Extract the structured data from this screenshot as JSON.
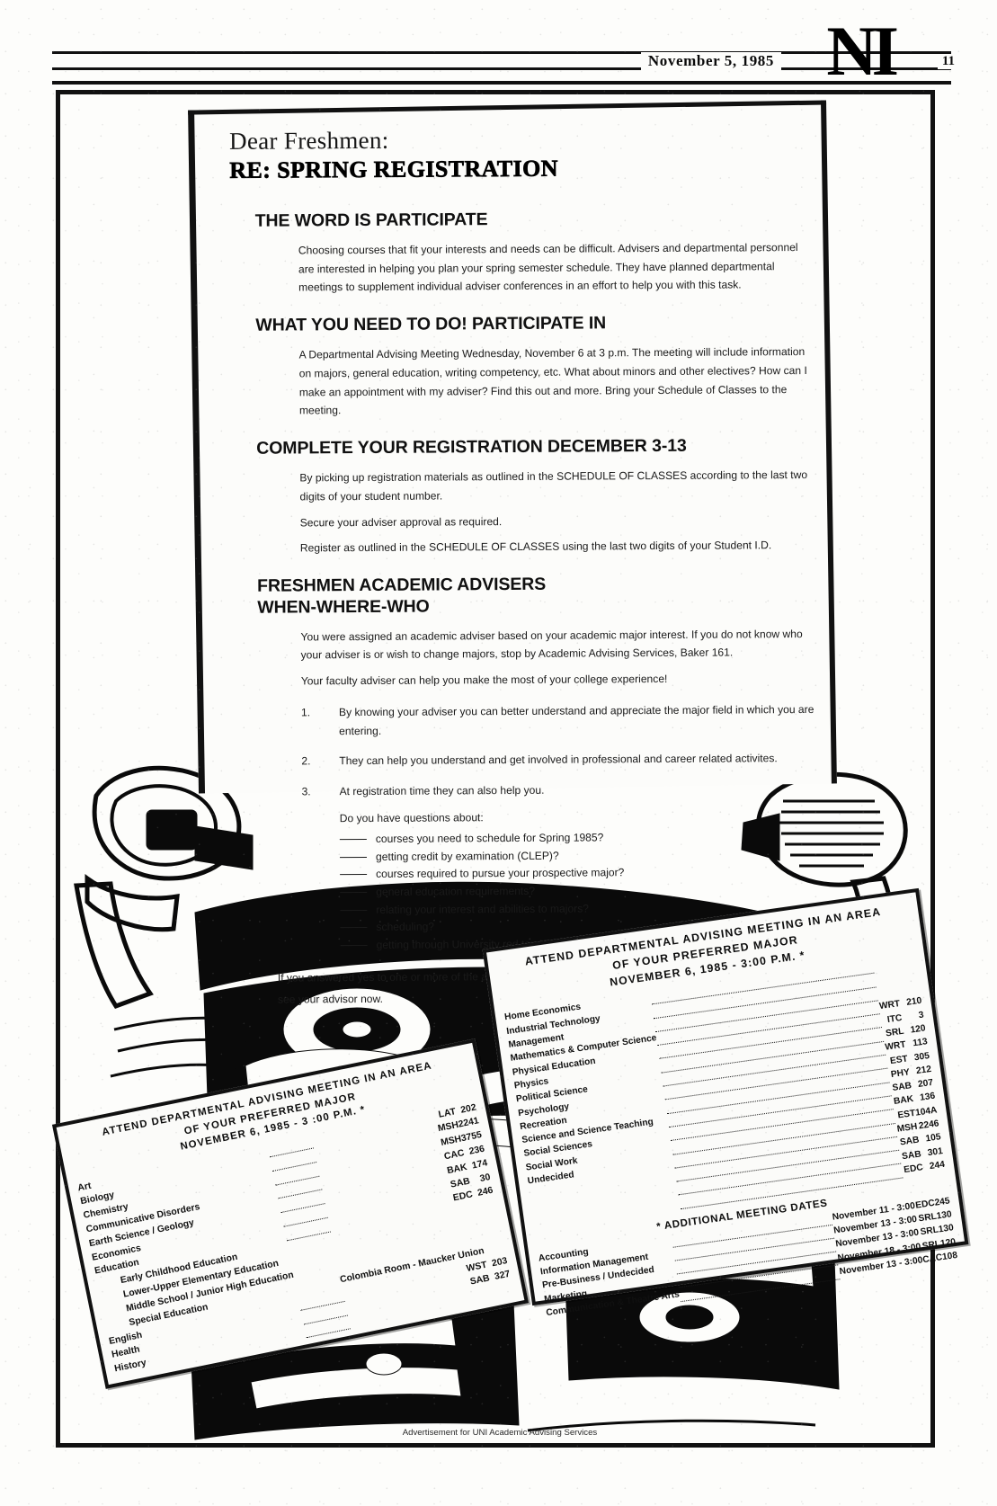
{
  "masthead": {
    "date": "November 5, 1985",
    "page_number": "11",
    "logo": "NI"
  },
  "letter": {
    "salutation": "Dear Freshmen:",
    "re_line": "RE: SPRING REGISTRATION",
    "sections": [
      {
        "heading": "THE WORD IS PARTICIPATE",
        "paragraphs": [
          "Choosing courses that fit your interests and needs can be difficult. Advisers and departmental personnel are interested in helping you plan your spring semester schedule. They have planned departmental meetings to supplement individual adviser conferences in an effort to help you with this task."
        ]
      },
      {
        "heading": "WHAT YOU NEED TO DO! PARTICIPATE IN",
        "paragraphs": [
          "A Departmental Advising Meeting Wednesday, November 6 at 3 p.m. The meeting will include information on majors, general education, writing competency, etc. What about minors and other electives? How can I make an appointment with my adviser? Find this out and more. Bring your Schedule of Classes to the meeting."
        ]
      },
      {
        "heading": "COMPLETE YOUR REGISTRATION DECEMBER 3-13",
        "paragraphs": [
          "By picking up registration materials as outlined in the SCHEDULE OF CLASSES according to the last two digits of your student number.",
          "Secure your adviser approval as required.",
          "Register as outlined in the SCHEDULE OF CLASSES using the last two digits of your Student I.D."
        ]
      }
    ],
    "advisers_heading_line1": "FRESHMEN ACADEMIC ADVISERS",
    "advisers_heading_line2": "WHEN-WHERE-WHO",
    "advisers_intro": "You were assigned an academic adviser based on your academic major interest. If you do not know who your adviser is or wish to change majors, stop by Academic Advising Services, Baker 161.",
    "advisers_subintro": "Your faculty adviser can help you make the most of your college experience!",
    "numbered": [
      {
        "n": "1.",
        "text": "By knowing your adviser you can better understand and appreciate the major field in which you are entering."
      },
      {
        "n": "2.",
        "text": "They can help you understand and get involved in professional and career related activites."
      },
      {
        "n": "3.",
        "text": "At registration time they can also help you."
      }
    ],
    "questions_lead": "Do you have questions about:",
    "questions": [
      "courses you need to schedule for Spring 1985?",
      "getting credit by examination (CLEP)?",
      "courses required to pursue your prospective major?",
      "general education requirements?",
      "relating your interest and abilities to majors?",
      "scheduling?",
      "getting through University red tape?"
    ],
    "closing": "If you answered yes to one or more of the above, see your adviser. Avoid the rush and make an appointment to see your advisor now."
  },
  "flyer_left": {
    "title_line1": "ATTEND  DEPARTMENTAL  ADVISING  MEETING  IN  AN  AREA",
    "title_line2": "OF YOUR PREFERRED MAJOR",
    "title_line3": "NOVEMBER 6, 1985 - 3 :00 P.M. *",
    "departments": [
      {
        "name": "Art",
        "building": "LAT",
        "room": "202",
        "sub": false
      },
      {
        "name": "Biology",
        "building": "MSH",
        "room": "2241",
        "sub": false
      },
      {
        "name": "Chemistry",
        "building": "MSH",
        "room": "3755",
        "sub": false
      },
      {
        "name": "Communicative  Disorders",
        "building": "CAC",
        "room": "236",
        "sub": false
      },
      {
        "name": "Earth Science / Geology",
        "building": "BAK",
        "room": "174",
        "sub": false
      },
      {
        "name": "Economics",
        "building": "SAB",
        "room": "30",
        "sub": false
      },
      {
        "name": "Education",
        "building": "EDC",
        "room": "246",
        "sub": false
      },
      {
        "name": "Early Childhood Education",
        "building": "",
        "room": "",
        "sub": true
      },
      {
        "name": "Lower-Upper Elementary Education",
        "building": "",
        "room": "",
        "sub": true
      },
      {
        "name": "Middle School / Junior High Education",
        "building": "",
        "room": "",
        "sub": true
      },
      {
        "name": "Special Education",
        "building": "",
        "room": "",
        "sub": true,
        "place": "Colombia Room - Maucker Union"
      },
      {
        "name": "English",
        "building": "WST",
        "room": "203",
        "sub": false
      },
      {
        "name": "Health",
        "building": "SAB",
        "room": "327",
        "sub": false
      },
      {
        "name": "History",
        "building": "",
        "room": "",
        "sub": false
      }
    ]
  },
  "flyer_right": {
    "title_line1": "ATTEND  DEPARTMENTAL  ADVISING  MEETING  IN  AN  AREA",
    "title_line2": "OF YOUR PREFERRED MAJOR",
    "title_line3": "NOVEMBER 6, 1985 - 3:00 P.M. *",
    "departments": [
      {
        "name": "Home  Economics",
        "building": "",
        "room": ""
      },
      {
        "name": "Industrial Technology",
        "building": "",
        "room": ""
      },
      {
        "name": "Management",
        "building": "",
        "room": ""
      },
      {
        "name": "Mathematics & Computer Science",
        "building": "WRT",
        "room": "210"
      },
      {
        "name": "Physical Education",
        "building": "ITC",
        "room": "3"
      },
      {
        "name": "Physics",
        "building": "SRL",
        "room": "120"
      },
      {
        "name": "Political  Science",
        "building": "WRT",
        "room": "113"
      },
      {
        "name": "Psychology",
        "building": "EST",
        "room": "305"
      },
      {
        "name": "Recreation",
        "building": "PHY",
        "room": "212"
      },
      {
        "name": "Science and Science Teaching",
        "building": "SAB",
        "room": "207"
      },
      {
        "name": "Social Sciences",
        "building": "BAK",
        "room": "136"
      },
      {
        "name": "Social Work",
        "building": "EST",
        "room": "104A"
      },
      {
        "name": "Undecided",
        "building": "MSH",
        "room": "2246"
      },
      {
        "name": "",
        "building": "SAB",
        "room": "105"
      },
      {
        "name": "",
        "building": "SAB",
        "room": "301"
      },
      {
        "name": "",
        "building": "EDC",
        "room": "244"
      }
    ],
    "additional_title": "* ADDITIONAL MEETING DATES",
    "additional": [
      {
        "name": "Accounting",
        "date": "November 11 - 3:00",
        "building": "EDC",
        "room": "245"
      },
      {
        "name": "Information  Management",
        "date": "November 13 - 3:00",
        "building": "SRL",
        "room": "130"
      },
      {
        "name": "Pre-Business / Undecided",
        "date": "November 13 - 3:00",
        "building": "SRL",
        "room": "130"
      },
      {
        "name": "Marketing",
        "date": "November 18 - 3:00",
        "building": "SRL",
        "room": "120"
      },
      {
        "name": "Communication & Theatre Arts",
        "date": "November 13 - 3:00",
        "building": "CAC",
        "room": "108"
      }
    ]
  },
  "credit": "Advertisement for UNI Academic Advising Services"
}
